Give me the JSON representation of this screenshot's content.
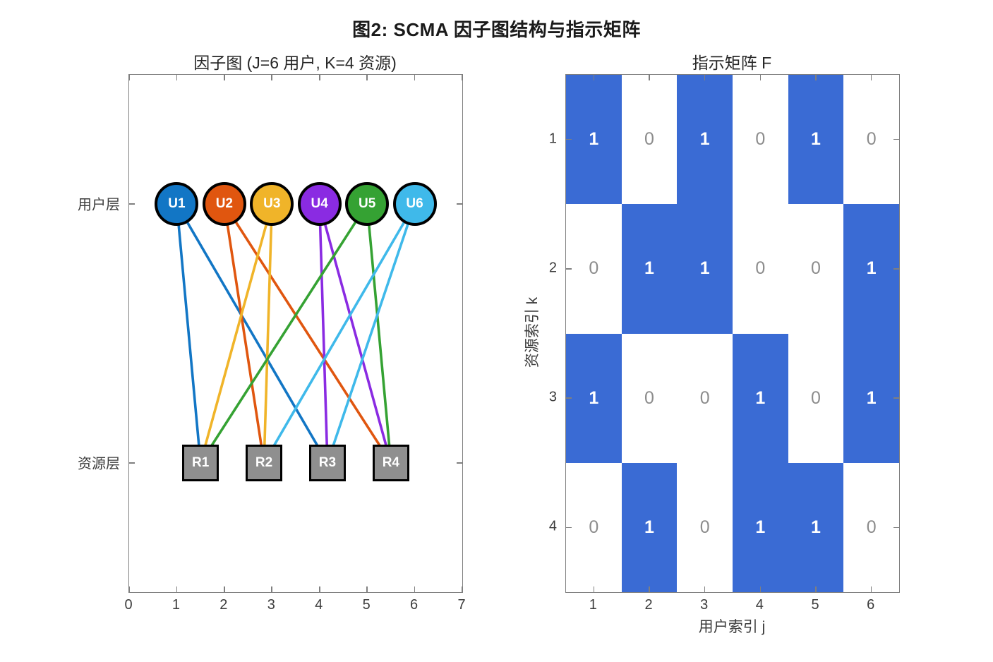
{
  "figure_title": "图2: SCMA 因子图结构与指示矩阵",
  "chart_data": [
    {
      "type": "scatter",
      "role": "factor-graph",
      "title": "因子图 (J=6 用户, K=4 资源)",
      "xlim": [
        0,
        7
      ],
      "xtick_labels": [
        "0",
        "1",
        "2",
        "3",
        "4",
        "5",
        "6",
        "7"
      ],
      "ytick_labels": [
        {
          "label": "用户层",
          "y_frac": 0.25
        },
        {
          "label": "资源层",
          "y_frac": 0.75
        }
      ],
      "users": [
        {
          "id": "U1",
          "label": "U1",
          "x": 1,
          "color": "#1276C5"
        },
        {
          "id": "U2",
          "label": "U2",
          "x": 2,
          "color": "#E0560F"
        },
        {
          "id": "U3",
          "label": "U3",
          "x": 3,
          "color": "#F0B429"
        },
        {
          "id": "U4",
          "label": "U4",
          "x": 4,
          "color": "#8A2BE2"
        },
        {
          "id": "U5",
          "label": "U5",
          "x": 5,
          "color": "#35A233"
        },
        {
          "id": "U6",
          "label": "U6",
          "x": 6,
          "color": "#3FB9EA"
        }
      ],
      "resources": [
        {
          "id": "R1",
          "label": "R1",
          "x": 1.5
        },
        {
          "id": "R2",
          "label": "R2",
          "x": 2.8333
        },
        {
          "id": "R3",
          "label": "R3",
          "x": 4.1667
        },
        {
          "id": "R4",
          "label": "R4",
          "x": 5.5
        }
      ],
      "edges": [
        [
          "U1",
          "R1"
        ],
        [
          "U1",
          "R3"
        ],
        [
          "U2",
          "R2"
        ],
        [
          "U2",
          "R4"
        ],
        [
          "U3",
          "R1"
        ],
        [
          "U3",
          "R2"
        ],
        [
          "U4",
          "R3"
        ],
        [
          "U4",
          "R4"
        ],
        [
          "U5",
          "R1"
        ],
        [
          "U5",
          "R4"
        ],
        [
          "U6",
          "R2"
        ],
        [
          "U6",
          "R3"
        ]
      ],
      "resource_fill": "#8F8F8F",
      "node_border_color": "#000000",
      "node_label_color": "#FFFFFF"
    },
    {
      "type": "heatmap",
      "role": "indicator-matrix",
      "title": "指示矩阵 F",
      "xlabel": "用户索引 j",
      "ylabel": "资源索引 k",
      "col_labels": [
        "1",
        "2",
        "3",
        "4",
        "5",
        "6"
      ],
      "row_labels": [
        "1",
        "2",
        "3",
        "4"
      ],
      "matrix": [
        [
          1,
          0,
          1,
          0,
          1,
          0
        ],
        [
          0,
          1,
          1,
          0,
          0,
          1
        ],
        [
          1,
          0,
          0,
          1,
          0,
          1
        ],
        [
          0,
          1,
          0,
          1,
          1,
          0
        ]
      ],
      "on_color": "#3A6BD4",
      "off_color": "#FFFFFF",
      "one_text_color": "#FFFFFF",
      "zero_text_color": "#8C8C8C"
    }
  ]
}
